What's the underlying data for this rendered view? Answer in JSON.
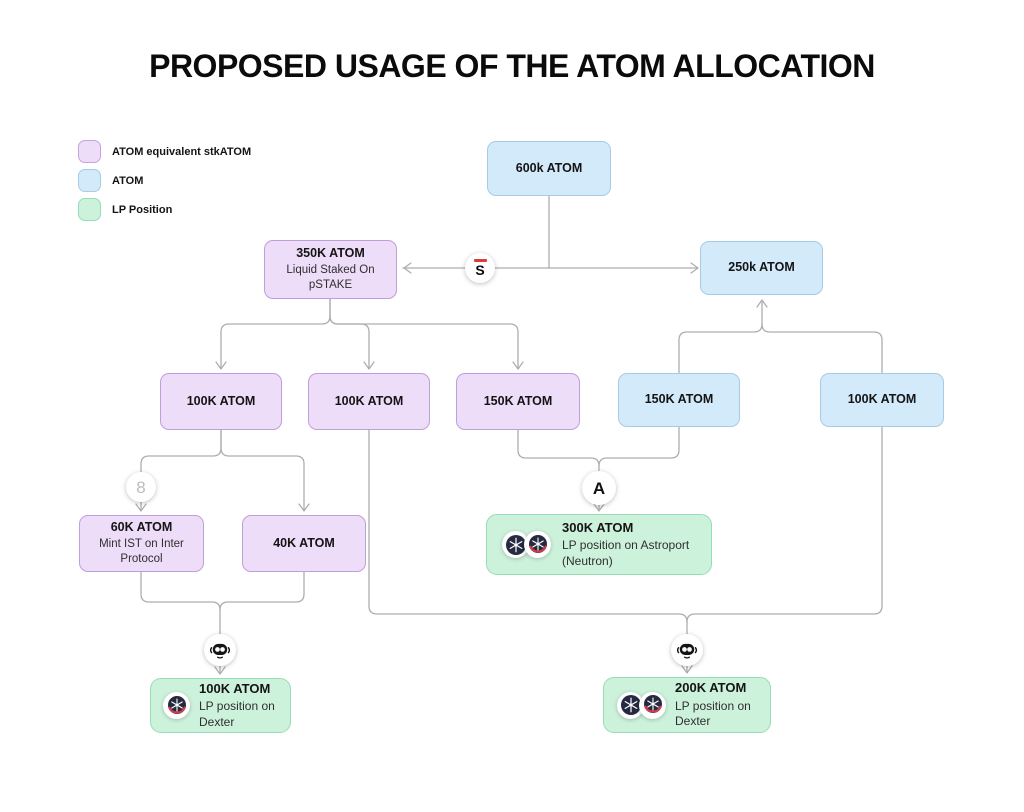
{
  "title": "PROPOSED USAGE OF THE ATOM ALLOCATION",
  "legend": {
    "items": [
      {
        "label": "ATOM equivalent stkATOM",
        "color": "#eeddf9",
        "border": "#c4a3de"
      },
      {
        "label": "ATOM",
        "color": "#d3eafb",
        "border": "#a6cbe5"
      },
      {
        "label": "LP Position",
        "color": "#cdf2dc",
        "border": "#97dcb4"
      }
    ]
  },
  "nodes": {
    "n600": {
      "label": "600k ATOM",
      "kind": "ATOM"
    },
    "n350": {
      "label": "350K ATOM",
      "sublabel": "Liquid Staked On pSTAKE",
      "kind": "ATOM equivalent stkATOM"
    },
    "n250": {
      "label": "250k ATOM",
      "kind": "ATOM"
    },
    "p100a": {
      "label": "100K ATOM",
      "kind": "ATOM equivalent stkATOM"
    },
    "p100b": {
      "label": "100K ATOM",
      "kind": "ATOM equivalent stkATOM"
    },
    "p150": {
      "label": "150K ATOM",
      "kind": "ATOM equivalent stkATOM"
    },
    "b150": {
      "label": "150K ATOM",
      "kind": "ATOM"
    },
    "b100": {
      "label": "100K ATOM",
      "kind": "ATOM"
    },
    "p60": {
      "label": "60K ATOM",
      "sublabel": "Mint IST on Inter Protocol",
      "kind": "ATOM equivalent stkATOM"
    },
    "p40": {
      "label": "40K ATOM",
      "kind": "ATOM equivalent stkATOM"
    },
    "g300": {
      "label": "300K ATOM",
      "sublabel": "LP position on Astroport (Neutron)",
      "kind": "LP Position"
    },
    "g100": {
      "label": "100K ATOM",
      "sublabel": "LP position on Dexter",
      "kind": "LP Position"
    },
    "g200": {
      "label": "200K ATOM",
      "sublabel": "LP position on Dexter",
      "kind": "LP Position"
    }
  },
  "icons": {
    "pstake_glyph": "S",
    "inter_glyph": "8",
    "astroport_glyph": "A",
    "pstake": "pSTAKE",
    "inter": "Inter Protocol",
    "astroport": "Astroport",
    "dexter": "Dexter",
    "atom_token": "ATOM token",
    "stkatom_token": "stkATOM token"
  },
  "edges": [
    {
      "from": "600k ATOM",
      "to": "350K ATOM",
      "via": "pSTAKE"
    },
    {
      "from": "600k ATOM",
      "to": "250k ATOM"
    },
    {
      "from": "350K ATOM",
      "to": "100K ATOM (stk, left)"
    },
    {
      "from": "350K ATOM",
      "to": "100K ATOM (stk, mid)"
    },
    {
      "from": "350K ATOM",
      "to": "150K ATOM (stk)"
    },
    {
      "from": "150K ATOM (blue)",
      "to": "250k ATOM"
    },
    {
      "from": "100K ATOM (blue)",
      "to": "250k ATOM"
    },
    {
      "from": "100K ATOM (stk, left)",
      "to": "60K ATOM",
      "via": "Inter Protocol"
    },
    {
      "from": "100K ATOM (stk, left)",
      "to": "40K ATOM"
    },
    {
      "from": "150K ATOM (stk)",
      "to": "300K ATOM LP",
      "via": "Astroport"
    },
    {
      "from": "150K ATOM (blue)",
      "to": "300K ATOM LP",
      "via": "Astroport"
    },
    {
      "from": "60K ATOM",
      "to": "100K ATOM LP",
      "via": "Dexter"
    },
    {
      "from": "40K ATOM",
      "to": "100K ATOM LP",
      "via": "Dexter"
    },
    {
      "from": "100K ATOM (stk, mid)",
      "to": "200K ATOM LP",
      "via": "Dexter"
    },
    {
      "from": "100K ATOM (blue)",
      "to": "200K ATOM LP",
      "via": "Dexter"
    }
  ],
  "colors": {
    "stkatom_fill": "#eeddf9",
    "stkatom_border": "#bf9edb",
    "atom_fill": "#d3eafb",
    "atom_border": "#a6cbe5",
    "lp_fill": "#cdf2dc",
    "lp_border": "#97dcb4",
    "connector": "#aeaeae",
    "token_dark": "#252a40",
    "accent_red": "#d63948"
  }
}
